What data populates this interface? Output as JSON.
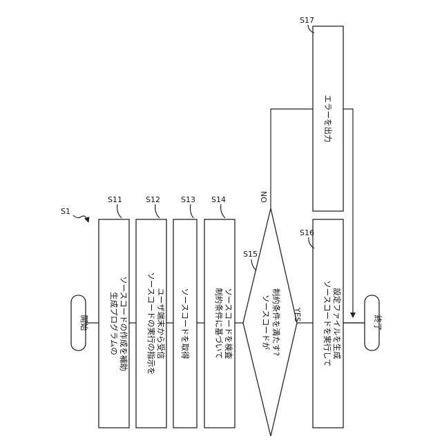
{
  "flowchart": {
    "id": "S1",
    "start": "開始",
    "end": "終了",
    "steps": [
      {
        "id": "S11",
        "lines": [
          "生成プログラムの",
          "ソースコードの作成を補助"
        ]
      },
      {
        "id": "S12",
        "lines": [
          "ソースコードの実行の指示を",
          "ユーザ端末から受信"
        ]
      },
      {
        "id": "S13",
        "lines": [
          "ソースコードを取得"
        ]
      },
      {
        "id": "S14",
        "lines": [
          "制約条件に基づいて",
          "ソースコードを検査"
        ]
      }
    ],
    "decision": {
      "id": "S15",
      "lines": [
        "ソースコードが",
        "制約条件を満たす?"
      ],
      "yes": "YES",
      "no": "NO"
    },
    "yes_step": {
      "id": "S16",
      "lines": [
        "ソースコードを実行して",
        "設定ファイルを生成"
      ]
    },
    "no_step": {
      "id": "S17",
      "lines": [
        "エラーを出力"
      ]
    }
  }
}
